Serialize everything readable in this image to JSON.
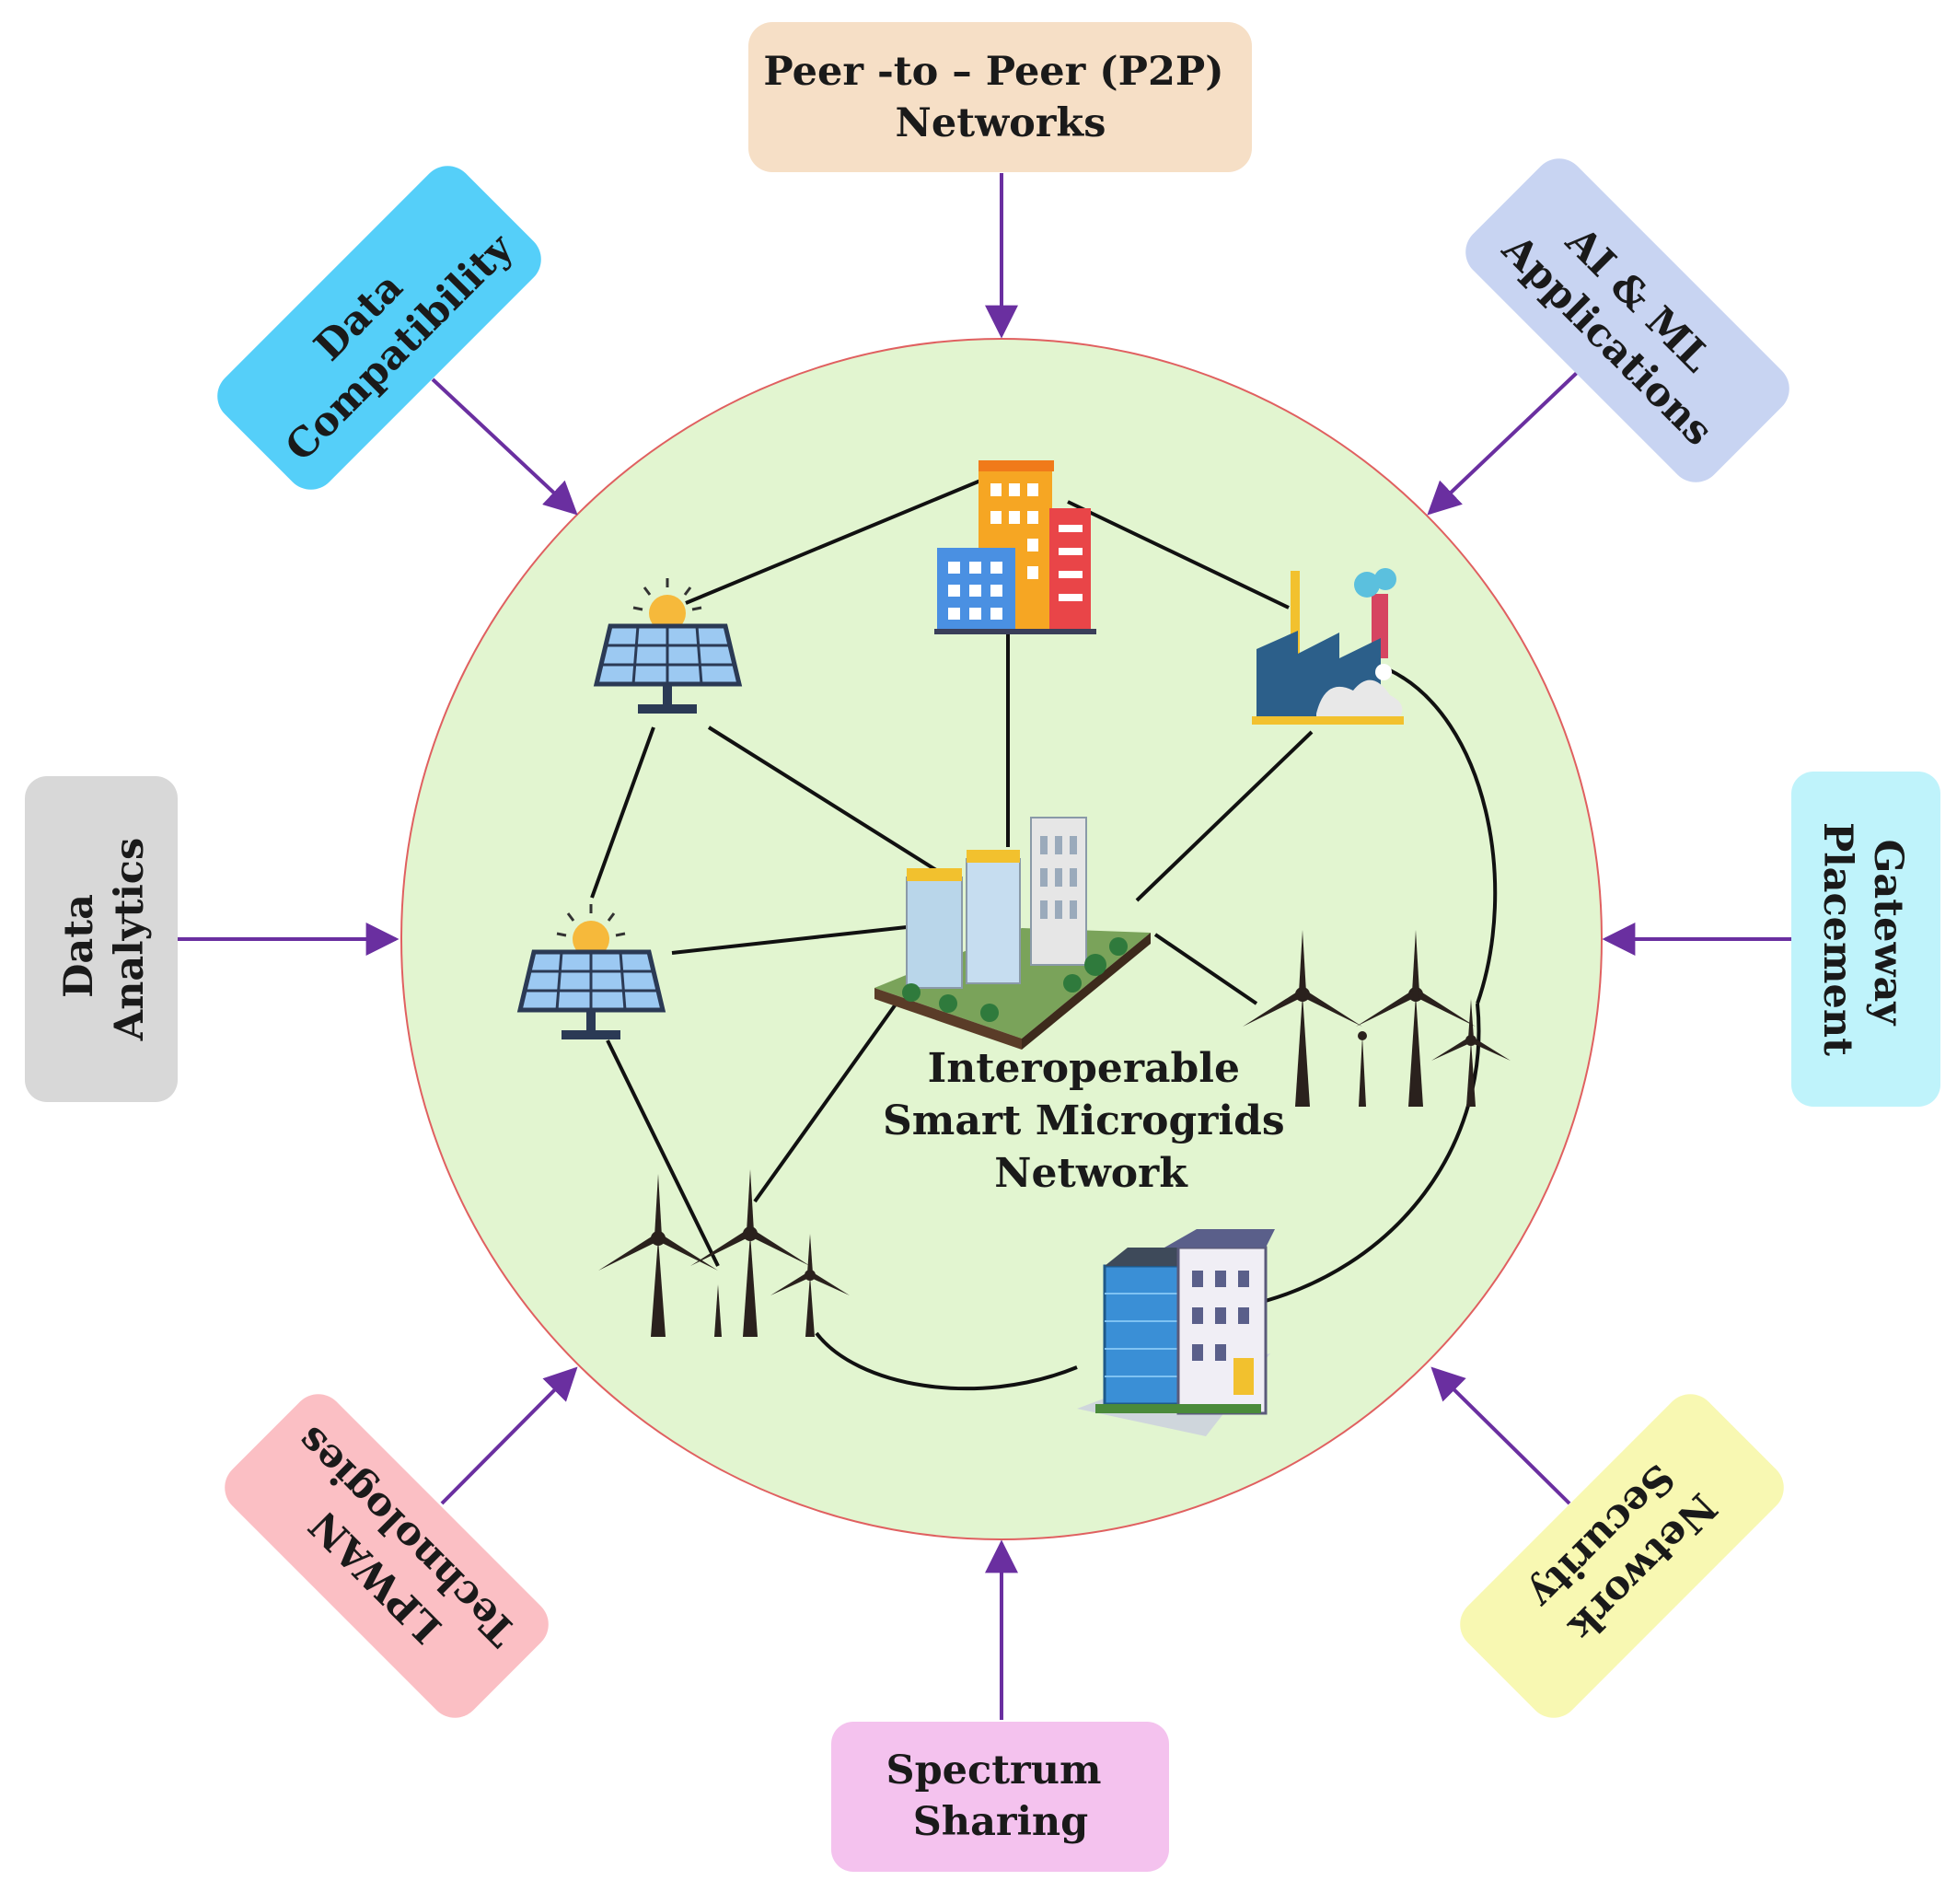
{
  "center": {
    "label": [
      "Interoperable",
      "Smart Microgrids",
      "Network"
    ],
    "fill": "#e2f5d0",
    "outline": "#e06060"
  },
  "boxes": [
    {
      "id": "p2p",
      "lines": [
        "Peer -to – Peer (P2P)",
        "Networks"
      ],
      "color": "#f6dfc6"
    },
    {
      "id": "ai-ml",
      "lines": [
        "AI & ML",
        "Applications"
      ],
      "color": "#c8d4f2"
    },
    {
      "id": "gateway",
      "lines": [
        "Gateway",
        "Placement"
      ],
      "color": "#bff3fb"
    },
    {
      "id": "security",
      "lines": [
        "Network",
        "Security"
      ],
      "color": "#f8f8b2"
    },
    {
      "id": "spectrum",
      "lines": [
        "Spectrum",
        "Sharing"
      ],
      "color": "#f4c2ee"
    },
    {
      "id": "lpwan",
      "lines": [
        "LPWAN",
        "Technologies"
      ],
      "color": "#fbbfc4"
    },
    {
      "id": "analytics",
      "lines": [
        "Data",
        "Analytics"
      ],
      "color": "#d8d8d8"
    },
    {
      "id": "compat",
      "lines": [
        "Data",
        "Compatibility"
      ],
      "color": "#55cff9"
    }
  ],
  "arrow_color": "#6a2fa0",
  "icons": [
    "city-buildings-icon",
    "factory-icon",
    "solar-panel-icon",
    "solar-panel-icon",
    "smart-campus-icon",
    "wind-turbines-icon",
    "wind-turbines-icon",
    "office-building-icon"
  ]
}
